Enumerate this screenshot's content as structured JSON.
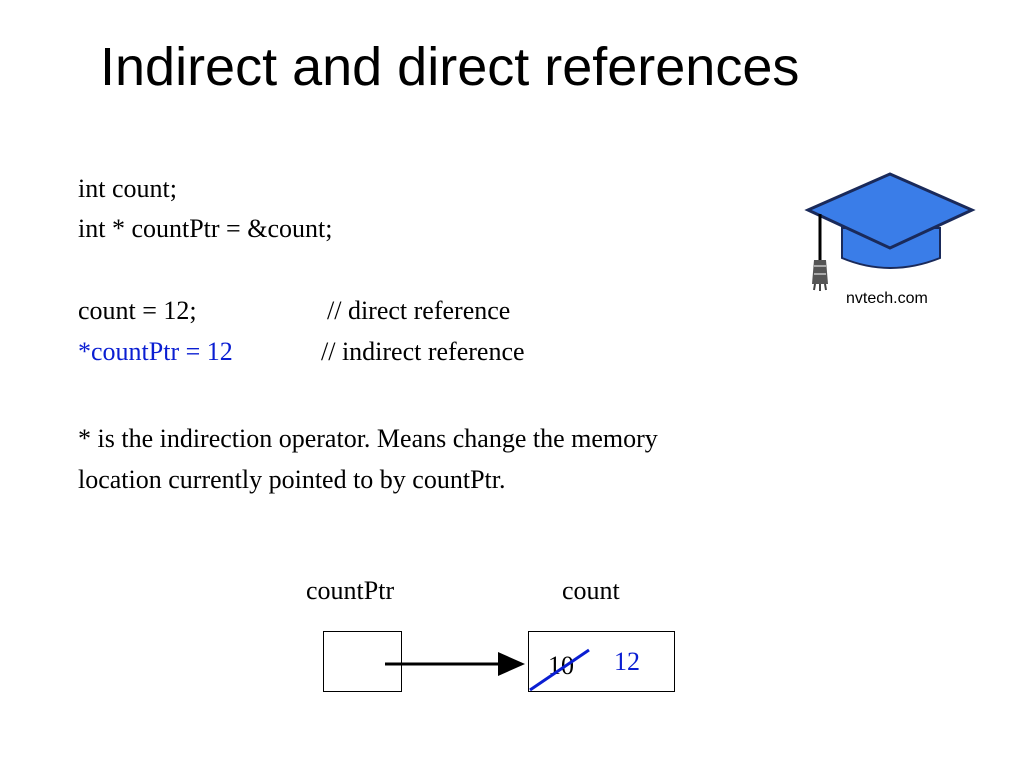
{
  "slide": {
    "title": "Indirect and direct references"
  },
  "code": {
    "line1": "int count;",
    "line2": "int * countPtr = &count;",
    "line3_code": "count = 12;",
    "line3_comment": "// direct reference",
    "line4_code": "*countPtr = 12",
    "line4_comment": "// indirect reference"
  },
  "explanation": {
    "line1": "* is the indirection operator. Means change the memory",
    "line2": "location currently pointed to by countPtr."
  },
  "diagram": {
    "pointer_label": "countPtr",
    "variable_label": "count",
    "old_value": "10",
    "new_value": "12"
  },
  "logo": {
    "text": "nvtech.com",
    "icon": "graduation-cap-icon"
  },
  "colors": {
    "highlight": "#0a1ed2",
    "cap": "#3a7de8",
    "text": "#000000"
  }
}
